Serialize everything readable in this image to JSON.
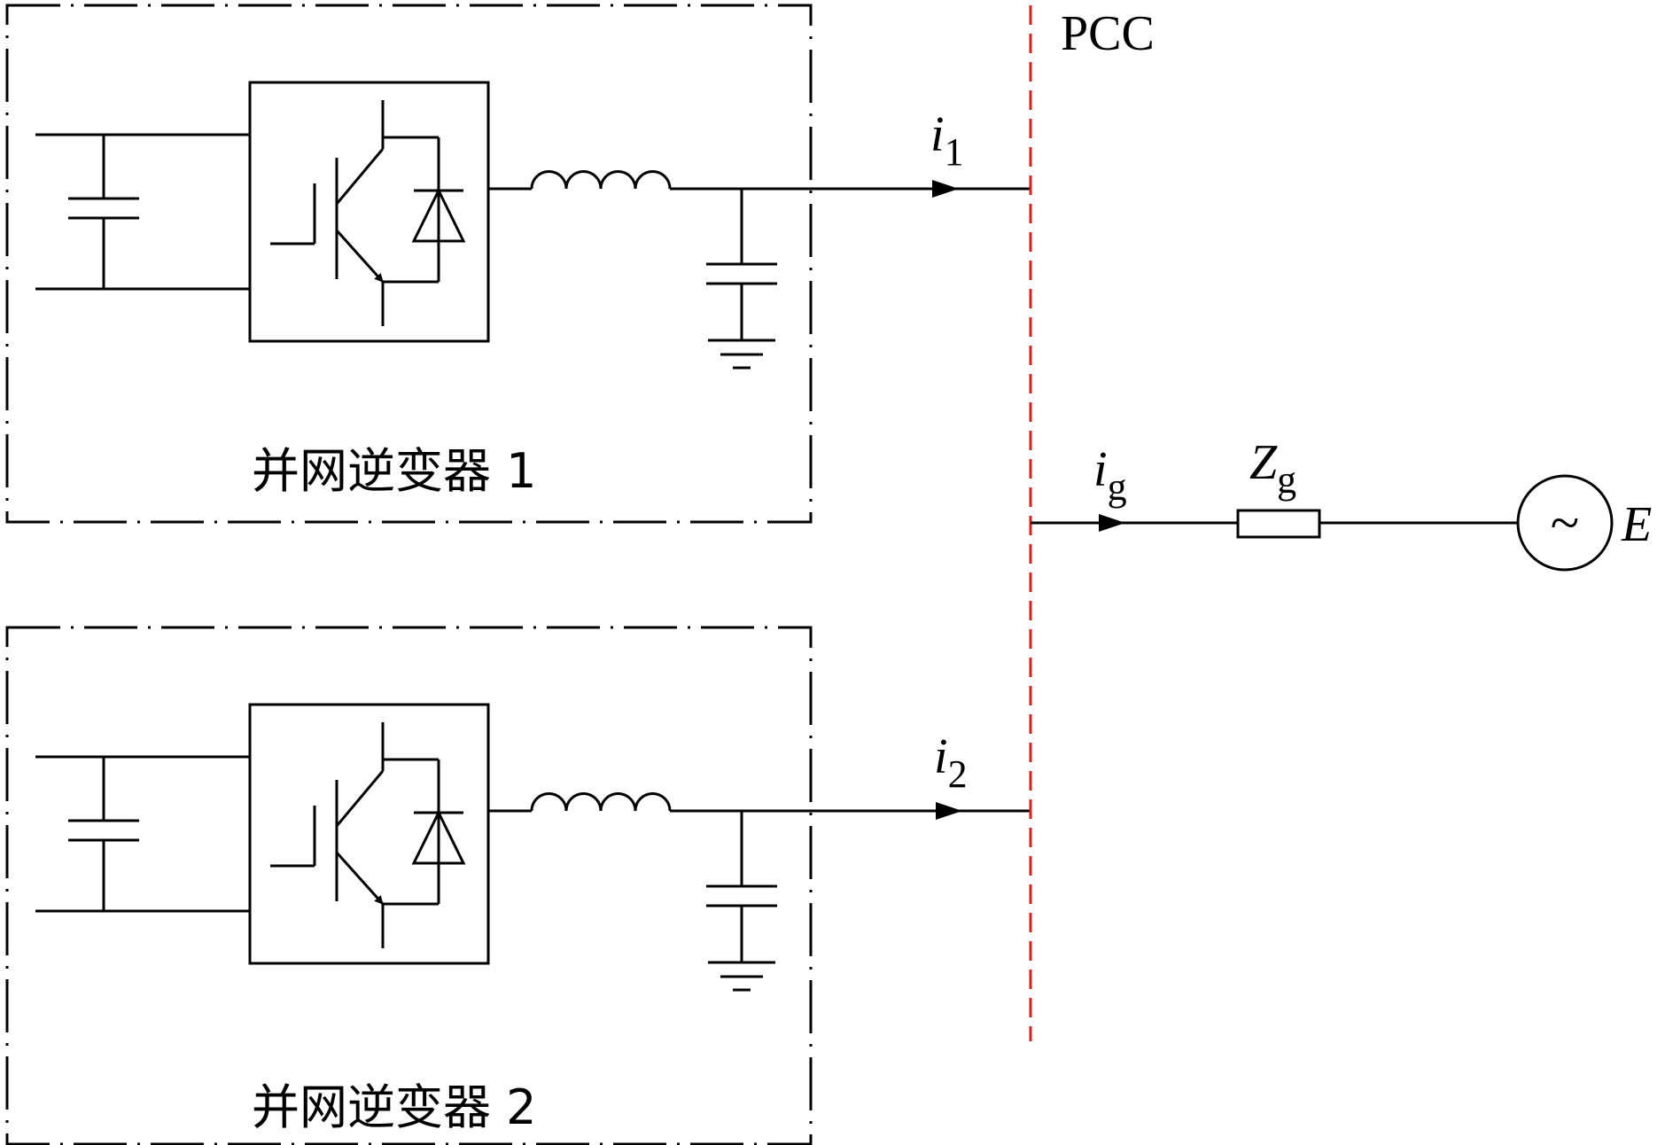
{
  "diagram": {
    "pcc_label": "PCC",
    "inverter1": {
      "label": "并网逆变器 1",
      "current": {
        "sym": "i",
        "sub": "1"
      }
    },
    "inverter2": {
      "label": "并网逆变器 2",
      "current": {
        "sym": "i",
        "sub": "2"
      }
    },
    "grid": {
      "current": {
        "sym": "i",
        "sub": "g"
      },
      "impedance": {
        "sym": "Z",
        "sub": "g"
      },
      "source_symbol": "~",
      "source_label": "E"
    },
    "colors": {
      "line": "#000000",
      "pcc_bus": "#d81e1e"
    }
  }
}
